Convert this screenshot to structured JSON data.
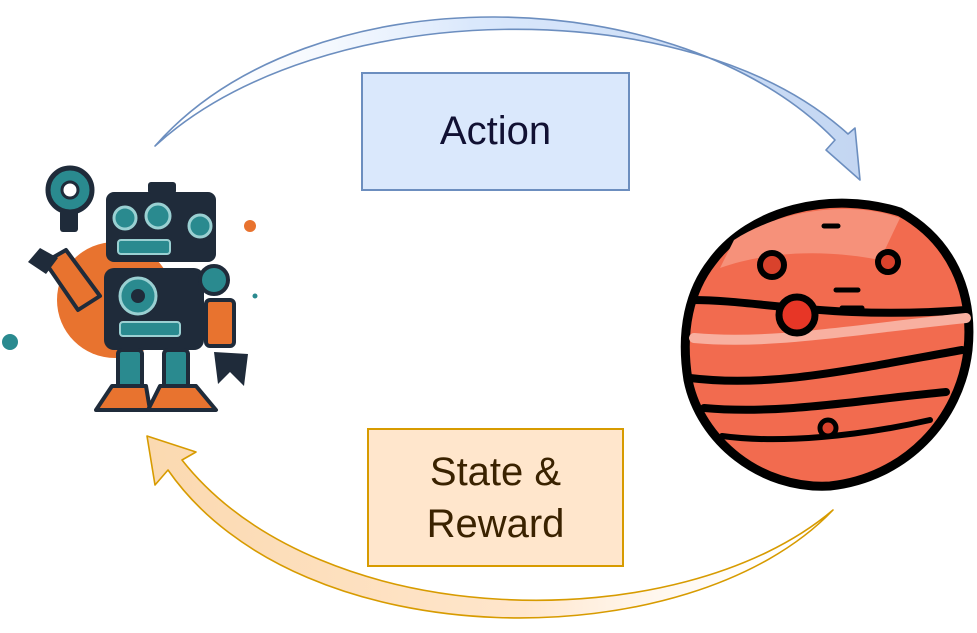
{
  "action_box": {
    "label": "Action"
  },
  "feedback_box": {
    "line1": "State &",
    "line2": "Reward"
  },
  "icons": {
    "agent": "robot-icon",
    "environment": "planet-icon"
  },
  "colors": {
    "action_fill": "#dae8fc",
    "action_stroke": "#6c8ebf",
    "feedback_fill": "#ffe6cc",
    "feedback_stroke": "#d79b00",
    "planet": "#f26b4f",
    "robot_dark": "#1f2b3a",
    "robot_teal": "#2a8a8f",
    "robot_orange": "#e8732f"
  }
}
